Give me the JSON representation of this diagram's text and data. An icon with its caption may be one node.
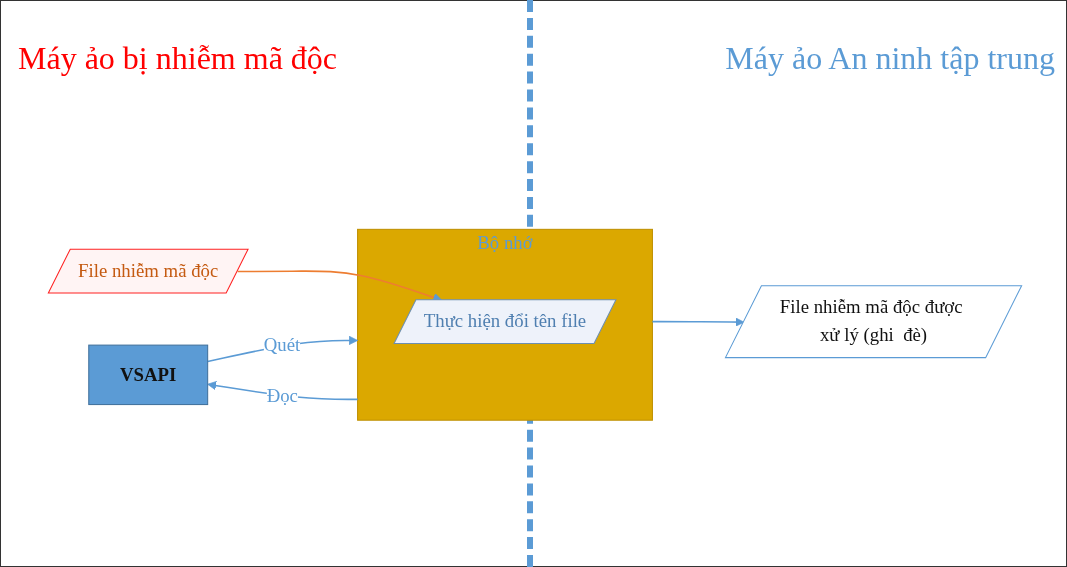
{
  "diagram": {
    "nodes": [
      {
        "text": [
          "VSAPI"
        ]
      },
      {
        "text": [
          "Bộ nhớ"
        ]
      },
      {
        "text": [
          "Thực hiện đổi tên file"
        ],
        "in": 1
      },
      {
        "text": [
          "File nhiễm mã độc"
        ]
      },
      {
        "text": [
          "File nhiễm mã độc được xử lý (ghi  đè)"
        ]
      }
    ],
    "edges": [
      {
        "from": 1,
        "to": 0,
        "label": "Đọc",
        "arrow": "to"
      },
      {
        "from": 0,
        "to": 1,
        "label": "Quét",
        "arrow": "to"
      },
      {
        "from": 3,
        "to": 2,
        "arrow": "to",
        "color": "#ed7d31"
      },
      {
        "from": 1,
        "to": 4,
        "arrow": "to"
      }
    ],
    "labels": [
      "Máy ảo bị nhiễm mã độc",
      "Máy ảo An ninh tập trung"
    ]
  }
}
